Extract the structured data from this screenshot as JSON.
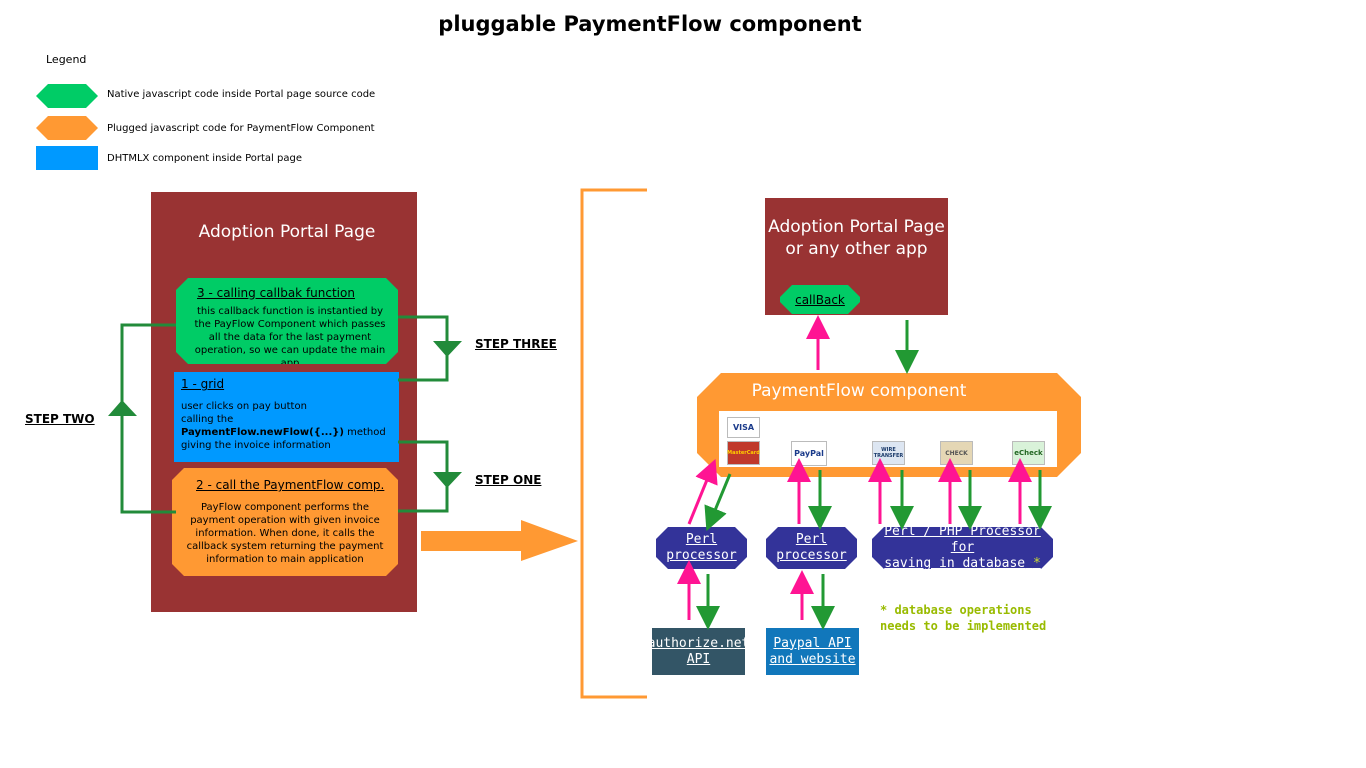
{
  "title": "pluggable PaymentFlow component",
  "legend": {
    "title": "Legend",
    "items": [
      {
        "label": "Native javascript code inside Portal page source code",
        "color": "#00cc66"
      },
      {
        "label": "Plugged javascript code for PaymentFlow Component",
        "color": "#ff9933"
      },
      {
        "label": "DHTMLX component inside Portal page",
        "color": "#0099ff"
      }
    ]
  },
  "left_portal": {
    "title": "Adoption Portal Page",
    "callback_box": {
      "heading": "3 - calling callbak function",
      "body": "this callback function is instantied by the PayFlow Component which passes all the data for the last payment operation, so we can update the main app"
    },
    "grid_box": {
      "heading": "1 - grid",
      "line1": "user clicks on pay button",
      "line2": "calling the",
      "method": "PaymentFlow.newFlow({...})",
      "method_suffix": " method",
      "line3": "giving the invoice information"
    },
    "paymentflow_box": {
      "heading": "2 - call the PaymentFlow comp.",
      "body": "PayFlow component performs the payment operation with given invoice information. When done, it calls the callback system returning the payment information to main application"
    }
  },
  "steps": {
    "three": "STEP THREE",
    "two": "STEP TWO",
    "one": "STEP ONE"
  },
  "right_portal": {
    "title_line1": "Adoption Portal Page",
    "title_line2": "or any other app",
    "callback": "callBack"
  },
  "paymentflow": {
    "title": "PaymentFlow component",
    "cards": [
      "VISA",
      "MasterCard",
      "PayPal",
      "WIRE TRANSFER",
      "CHECK",
      "eCheck"
    ]
  },
  "processors": [
    {
      "line1": "Perl",
      "line2": "processor"
    },
    {
      "line1": "Perl",
      "line2": "processor"
    },
    {
      "line1": "Perl / PHP Processor for",
      "line2": "saving in database",
      "star": "*"
    }
  ],
  "apis": [
    {
      "line1": "authorize.net",
      "line2": "API",
      "color": "#335566"
    },
    {
      "line1": "Paypal API",
      "line2": "and website",
      "color": "#1177bb"
    }
  ],
  "note": {
    "line1": "* database operations",
    "line2": "needs to be implemented",
    "color": "#99bb00"
  },
  "colors": {
    "up_arrow": "#ff1493",
    "down_arrow": "#229933",
    "flow_line": "#228b3a",
    "bracket": "#ff9933"
  }
}
